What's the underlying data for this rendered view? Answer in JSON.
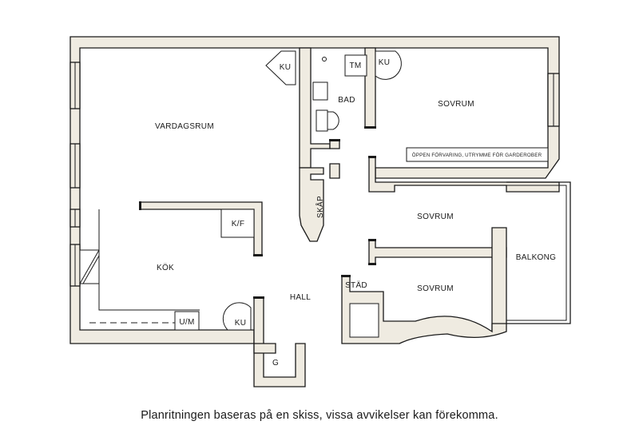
{
  "rooms": {
    "vardagsrum": "VARDAGSRUM",
    "kok": "KÖK",
    "hall": "HALL",
    "bad": "BAD",
    "sovrum_1": "SOVRUM",
    "sovrum_2": "SOVRUM",
    "sovrum_3": "SOVRUM",
    "balkong": "BALKONG",
    "skap": "SKÅP",
    "stad": "STÄD",
    "garderob": "G"
  },
  "fixtures": {
    "ku_living": "KU",
    "ku_bedroom": "KU",
    "ku_kitchen": "KU",
    "tm": "TM",
    "kf": "K/F",
    "um": "U/M"
  },
  "notes": {
    "storage_note": "ÖPPEN FÖRVARING, UTRYMME FÖR GARDEROBER"
  },
  "caption": "Planritningen baseras på en skiss, vissa avvikelser kan förekomma."
}
